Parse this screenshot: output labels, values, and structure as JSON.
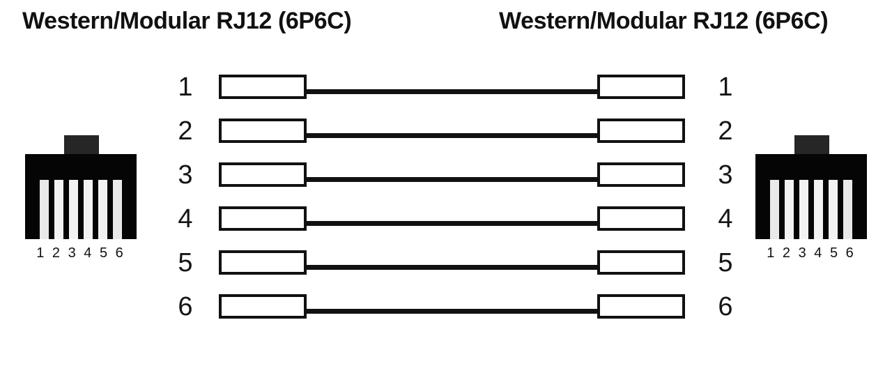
{
  "headers": {
    "left_title": "Western/Modular RJ12 (6P6C)",
    "right_title": "Western/Modular RJ12 (6P6C)"
  },
  "connectors": {
    "left": {
      "name": "rj12-jack-left",
      "pin_label_strip": "1 2 3 4 5 6",
      "pin_count": 6,
      "body_color": "#050505",
      "tab_color": "#262626",
      "pin_color": "#f2f2f2"
    },
    "right": {
      "name": "rj12-jack-right",
      "pin_label_strip": "1 2 3 4 5 6",
      "pin_count": 6,
      "body_color": "#050505",
      "tab_color": "#262626",
      "pin_color": "#f2f2f2"
    }
  },
  "wiring": {
    "scheme": "straight-through",
    "wire_color": "#111111",
    "pad_border_color": "#111111",
    "pad_fill_color": "#ffffff",
    "rows": [
      {
        "left_pin": "1",
        "right_pin": "1"
      },
      {
        "left_pin": "2",
        "right_pin": "2"
      },
      {
        "left_pin": "3",
        "right_pin": "3"
      },
      {
        "left_pin": "4",
        "right_pin": "4"
      },
      {
        "left_pin": "5",
        "right_pin": "5"
      },
      {
        "left_pin": "6",
        "right_pin": "6"
      }
    ]
  }
}
